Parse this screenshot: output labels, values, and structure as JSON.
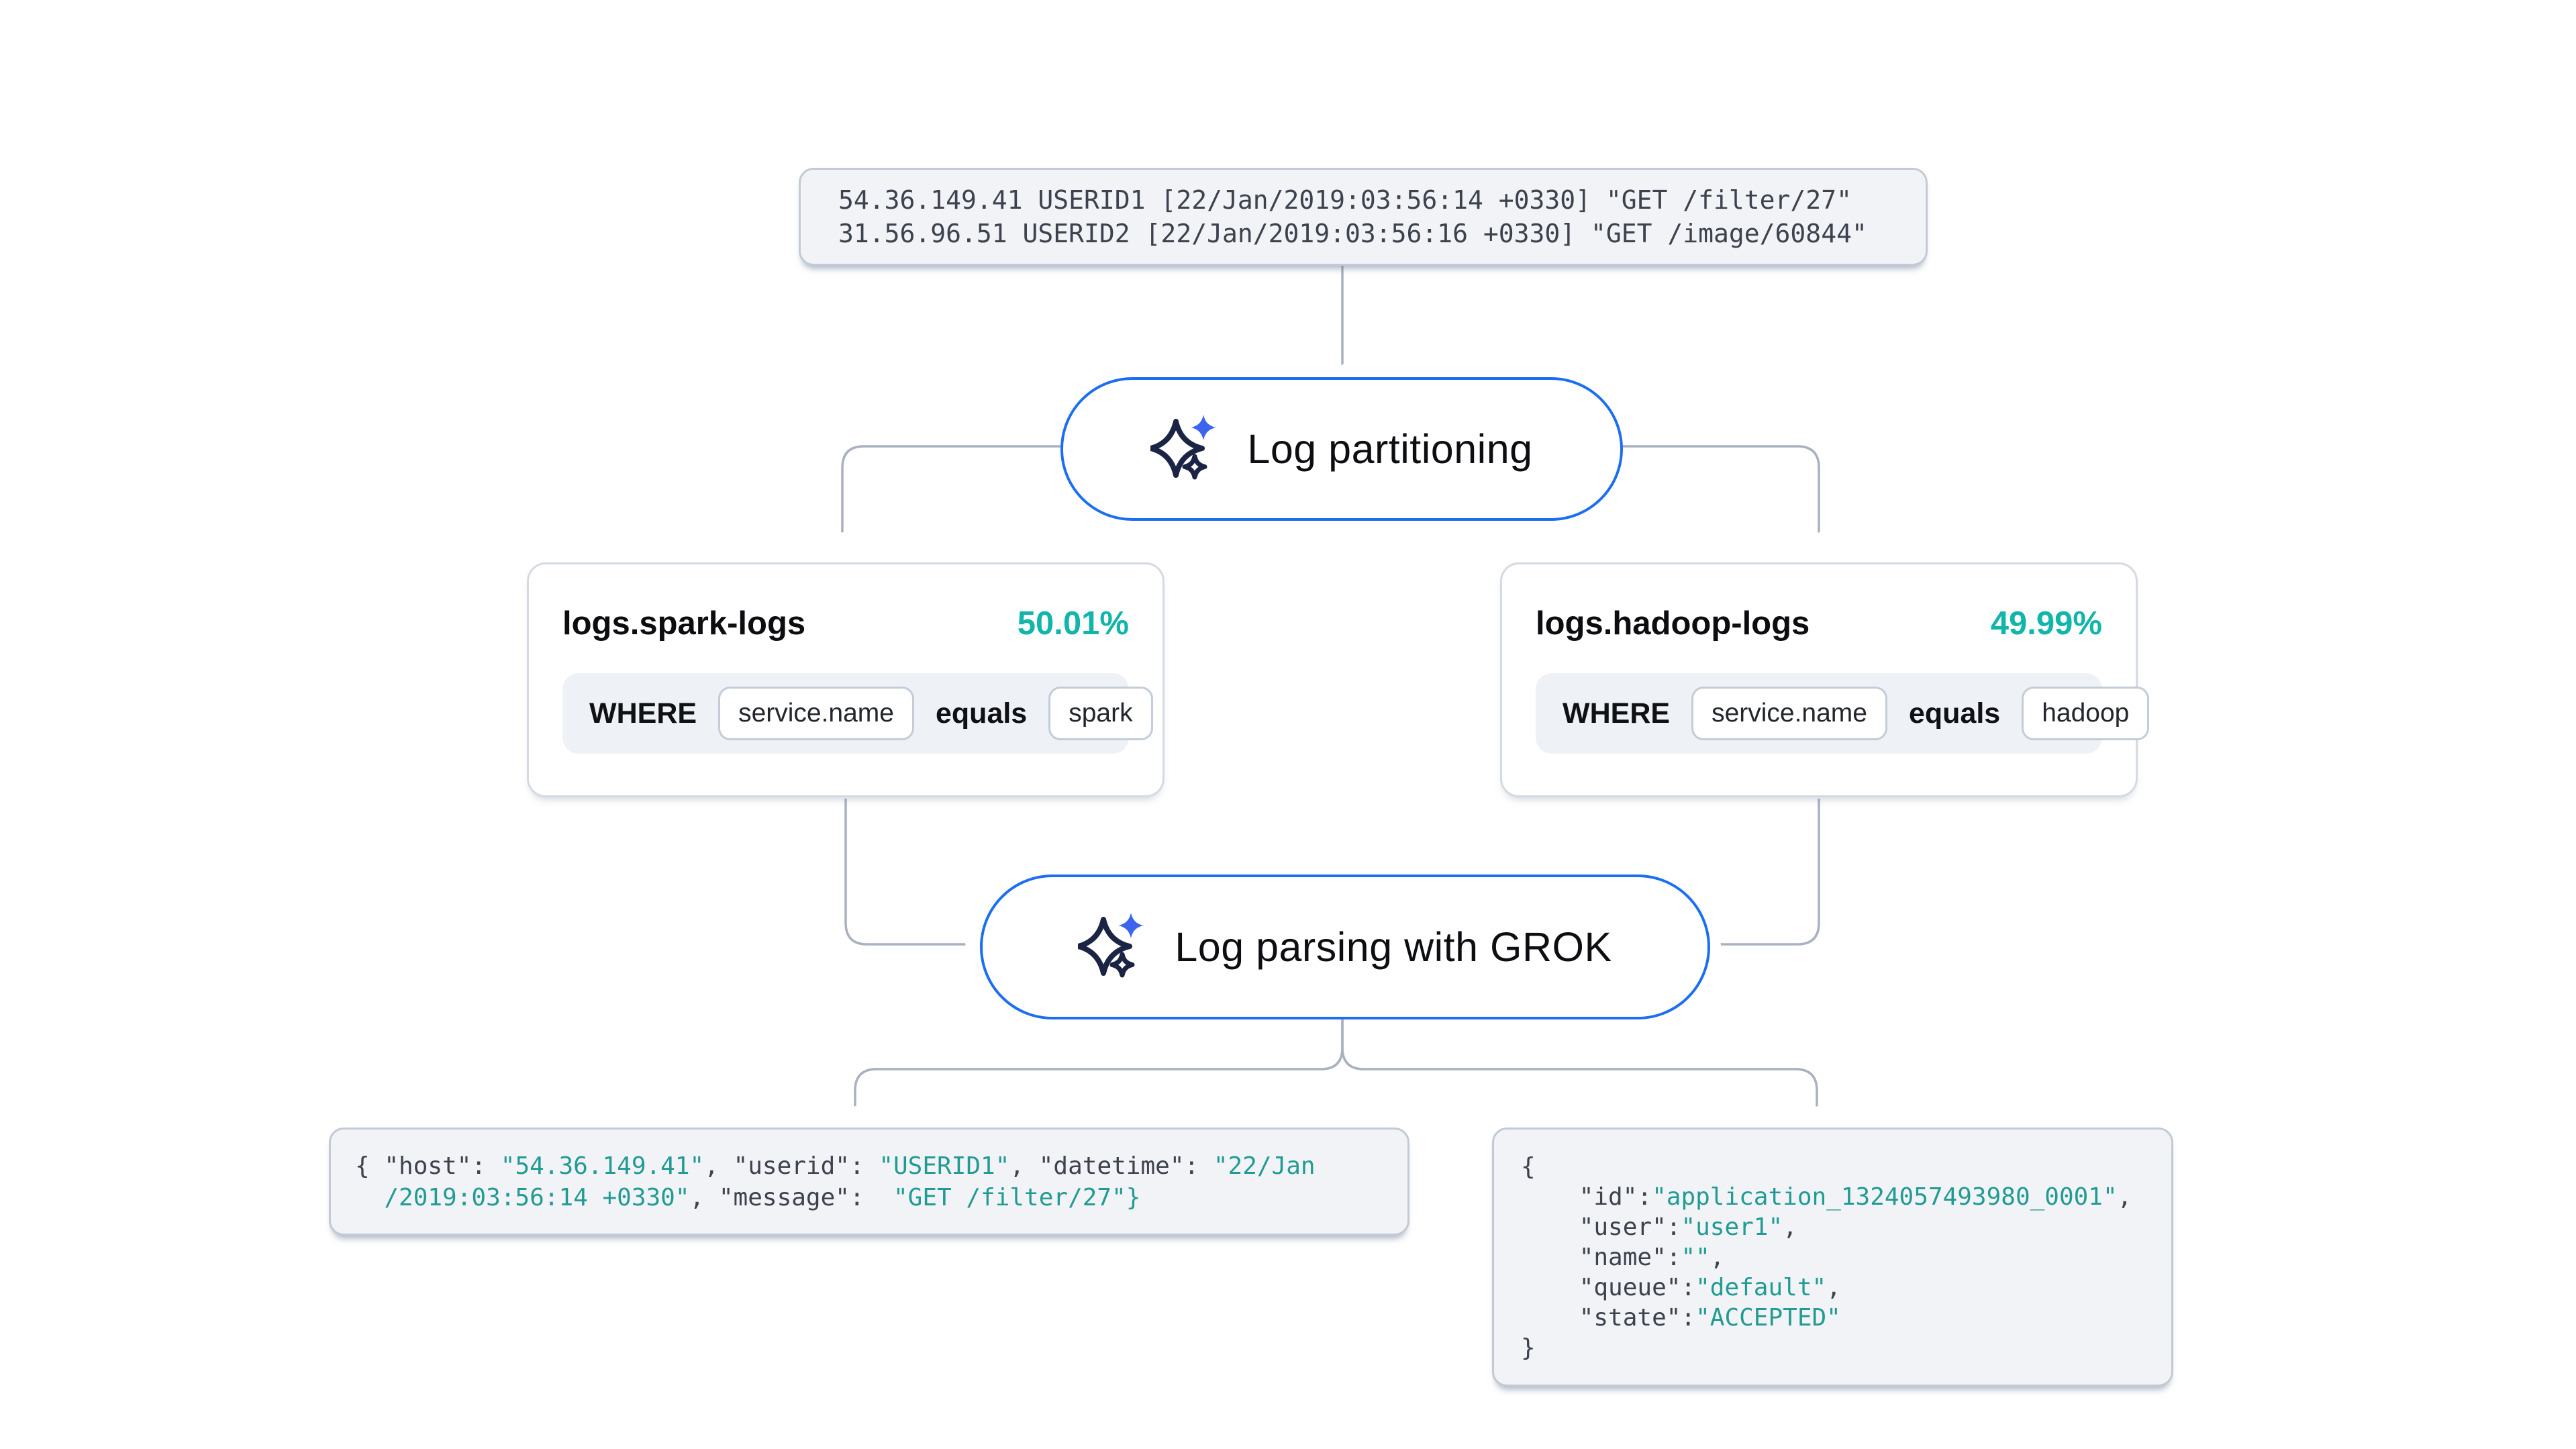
{
  "source_log": {
    "lines": [
      [
        [
          "p",
          "54.36.149.41 USERID1 [22/Jan/2019:03:56:14 +0330] \"GET /filter/27\""
        ]
      ],
      [
        [
          "p",
          "31.56.96.51 USERID2 [22/Jan/2019:03:56:16 +0330] \"GET /image/60844\""
        ]
      ]
    ]
  },
  "steps": [
    {
      "label": "Log partitioning",
      "icon": "ai-sparkles-icon"
    },
    {
      "label": "Log parsing with GROK",
      "icon": "ai-sparkles-icon"
    }
  ],
  "partitions": [
    {
      "title": "logs.spark-logs",
      "percent": "50.01%",
      "where_label": "WHERE",
      "field": "service.name",
      "operator": "equals",
      "value": "spark"
    },
    {
      "title": "logs.hadoop-logs",
      "percent": "49.99%",
      "where_label": "WHERE",
      "field": "service.name",
      "operator": "equals",
      "value": "hadoop"
    }
  ],
  "outputs": {
    "left": {
      "lines": [
        [
          [
            "p",
            "{ "
          ],
          [
            "k",
            "\"host\""
          ],
          [
            "p",
            ": "
          ],
          [
            "v",
            "\"54.36.149.41\""
          ],
          [
            "p",
            ", "
          ],
          [
            "k",
            "\"userid\""
          ],
          [
            "p",
            ": "
          ],
          [
            "v",
            "\"USERID1\""
          ],
          [
            "p",
            ", "
          ],
          [
            "k",
            "\"datetime\""
          ],
          [
            "p",
            ": "
          ],
          [
            "v",
            "\"22/Jan"
          ]
        ],
        [
          [
            "p",
            "  "
          ],
          [
            "v",
            "/2019:03:56:14 +0330\""
          ],
          [
            "p",
            ", "
          ],
          [
            "k",
            "\"message\""
          ],
          [
            "p",
            ":  "
          ],
          [
            "v",
            "\"GET /filter/27\"}"
          ]
        ]
      ]
    },
    "right": {
      "lines": [
        [
          [
            "p",
            "{"
          ]
        ],
        [
          [
            "p",
            "    "
          ],
          [
            "k",
            "\"id\""
          ],
          [
            "p",
            ":"
          ],
          [
            "v",
            "\"application_1324057493980_0001\""
          ],
          [
            "p",
            ","
          ]
        ],
        [
          [
            "p",
            "    "
          ],
          [
            "k",
            "\"user\""
          ],
          [
            "p",
            ":"
          ],
          [
            "v",
            "\"user1\""
          ],
          [
            "p",
            ","
          ]
        ],
        [
          [
            "p",
            "    "
          ],
          [
            "k",
            "\"name\""
          ],
          [
            "p",
            ":"
          ],
          [
            "v",
            "\"\""
          ],
          [
            "p",
            ","
          ]
        ],
        [
          [
            "p",
            "    "
          ],
          [
            "k",
            "\"queue\""
          ],
          [
            "p",
            ":"
          ],
          [
            "v",
            "\"default\""
          ],
          [
            "p",
            ","
          ]
        ],
        [
          [
            "p",
            "    "
          ],
          [
            "k",
            "\"state\""
          ],
          [
            "p",
            ":"
          ],
          [
            "v",
            "\"ACCEPTED\""
          ]
        ],
        [
          [
            "p",
            "}"
          ]
        ]
      ]
    }
  },
  "colors": {
    "accent_blue": "#1b6ef3",
    "accent_teal": "#12b5ab",
    "code_value_teal": "#219b93",
    "code_key_gray": "#3c424e",
    "connector_gray": "#a9b1c0",
    "box_bg": "#f2f3f6",
    "sparkle_navy": "#1b2444",
    "sparkle_blue": "#3c64ee"
  }
}
